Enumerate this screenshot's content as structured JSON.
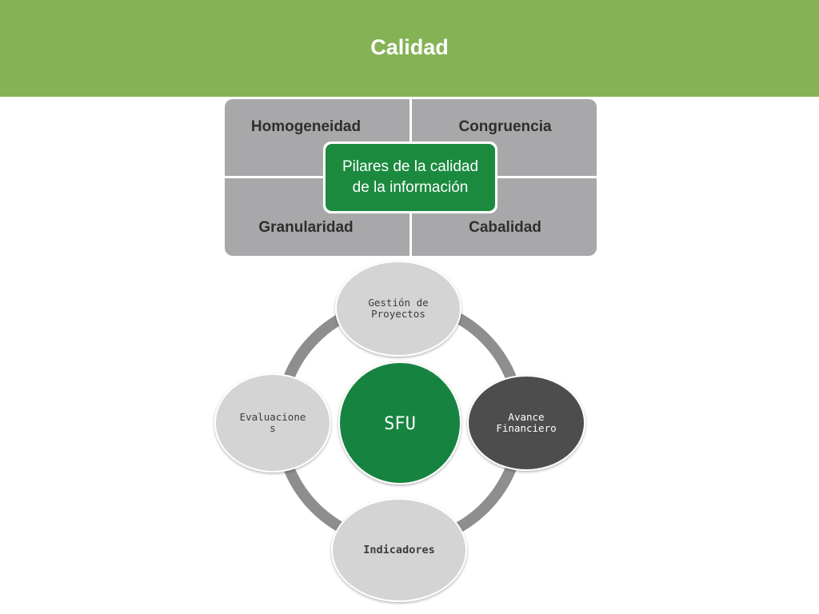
{
  "header": {
    "title": "Calidad"
  },
  "pillars": {
    "top_left": "Homogeneidad",
    "top_right": "Congruencia",
    "bottom_left": "Granularidad",
    "bottom_right": "Cabalidad",
    "center_line1": "Pilares de la calidad",
    "center_line2": "de la información"
  },
  "cycle": {
    "center": "SFU",
    "top_line1": "Gestión de",
    "top_line2": "Proyectos",
    "right_line1": "Avance",
    "right_line2": "Financiero",
    "bottom": "Indicadores",
    "left_line1": "Evaluacione",
    "left_line2": "s"
  },
  "colors": {
    "header": "#85b255",
    "pillar_quadrant": "#a8a8aa",
    "pillar_center": "#1b8a3f",
    "sfu_center": "#198441",
    "avance_node": "#4d4d4d",
    "light_node": "#d4d4d4",
    "ring": "#8e8e8e"
  }
}
